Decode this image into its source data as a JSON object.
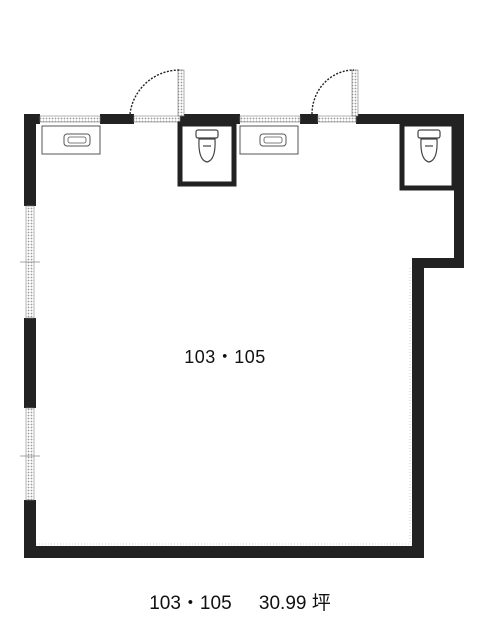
{
  "room": {
    "label": "103・105"
  },
  "caption": {
    "unit": "103・105",
    "area": "30.99 坪"
  },
  "colors": {
    "wall": "#222222",
    "window": "#bdbdbd",
    "background": "#ffffff"
  },
  "icons": [
    "door-swing-icon",
    "toilet-icon",
    "sink-icon",
    "window-icon"
  ]
}
